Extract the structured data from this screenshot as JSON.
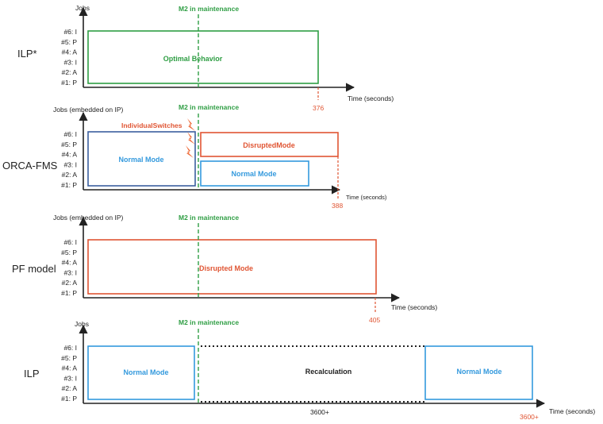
{
  "jobs": [
    "#6: I",
    "#5: P",
    "#4: A",
    "#3: I",
    "#2: A",
    "#1: P"
  ],
  "maintenance_label": "M2  in maintenance",
  "time_label": "Time (seconds)",
  "colors": {
    "green": "#2f9e44",
    "blue": "#3399dd",
    "red": "#e05533",
    "black": "#222222"
  },
  "panels": [
    {
      "model": "ILP*",
      "ylabel": "Jobs",
      "end_value": "376",
      "boxes": [
        {
          "label": "Optimal Behavior",
          "color": "green"
        }
      ]
    },
    {
      "model": "ORCA-FMS",
      "ylabel": "Jobs (embedded on IP)",
      "end_value": "388",
      "annotation": "IndividualSwitches",
      "boxes": [
        {
          "label": "Normal Mode",
          "color": "blue"
        },
        {
          "label": "DisruptedMode",
          "color": "red"
        },
        {
          "label": "Normal Mode",
          "color": "blue"
        }
      ]
    },
    {
      "model": "PF model",
      "ylabel": "Jobs (embedded on IP)",
      "end_value": "405",
      "boxes": [
        {
          "label": "Disrupted  Mode",
          "color": "red"
        }
      ]
    },
    {
      "model": "ILP",
      "ylabel": "Jobs",
      "mid_value": "3600+",
      "end_value": "3600+",
      "recalc_label": "Recalculation",
      "boxes": [
        {
          "label": "Normal Mode",
          "color": "blue"
        },
        {
          "label": "Normal Mode",
          "color": "blue"
        }
      ]
    }
  ]
}
